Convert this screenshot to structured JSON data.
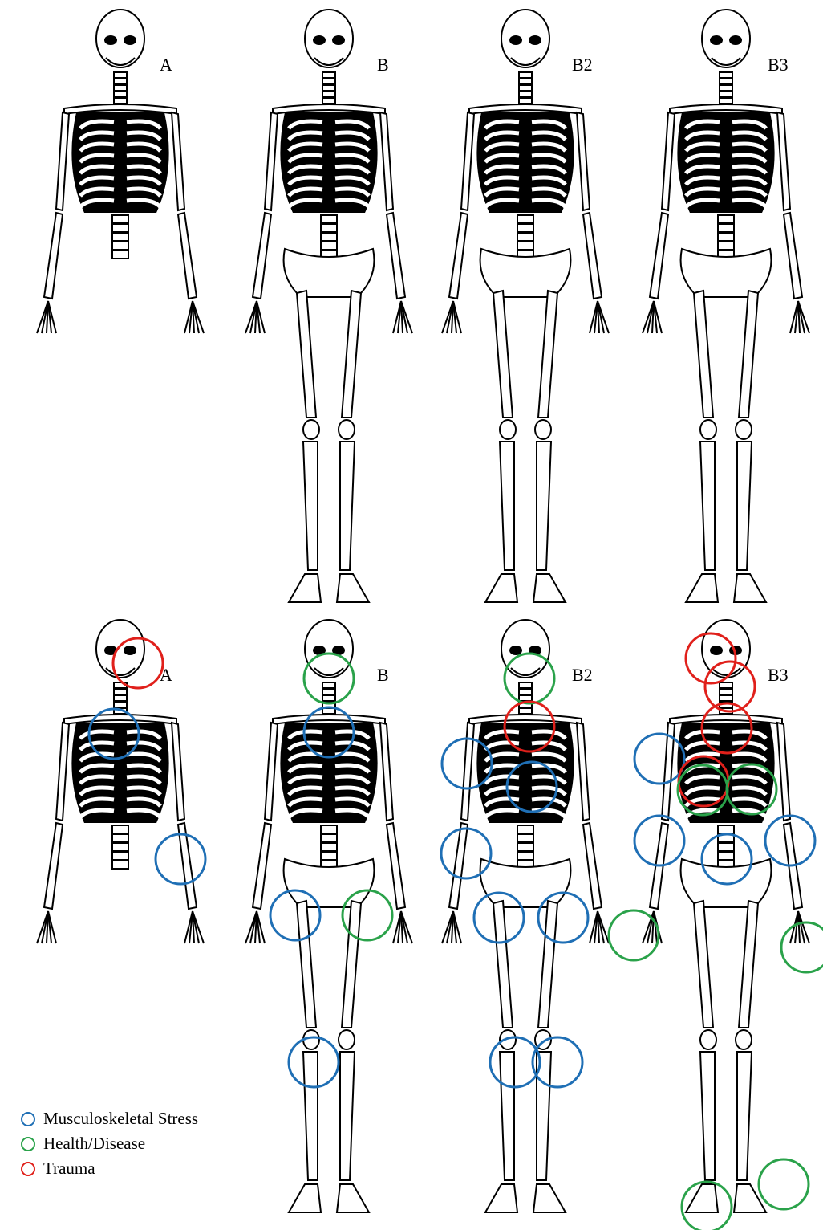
{
  "panels_top": [
    {
      "label": "A",
      "view": "partial"
    },
    {
      "label": "B",
      "view": "full"
    },
    {
      "label": "B2",
      "view": "full"
    },
    {
      "label": "B3",
      "view": "full"
    }
  ],
  "panels_bottom": [
    {
      "label": "A",
      "view": "partial"
    },
    {
      "label": "B",
      "view": "full"
    },
    {
      "label": "B2",
      "view": "full"
    },
    {
      "label": "B3",
      "view": "full"
    }
  ],
  "legend": {
    "items": [
      {
        "label": "Musculoskeletal Stress",
        "color": "#1f6fb5"
      },
      {
        "label": "Health/Disease",
        "color": "#2aa24a"
      },
      {
        "label": "Trauma",
        "color": "#e0201b"
      }
    ]
  },
  "colors": {
    "bone_fill": "#ffffff",
    "bone_outline": "#000000",
    "missing_bone": "#000000"
  }
}
